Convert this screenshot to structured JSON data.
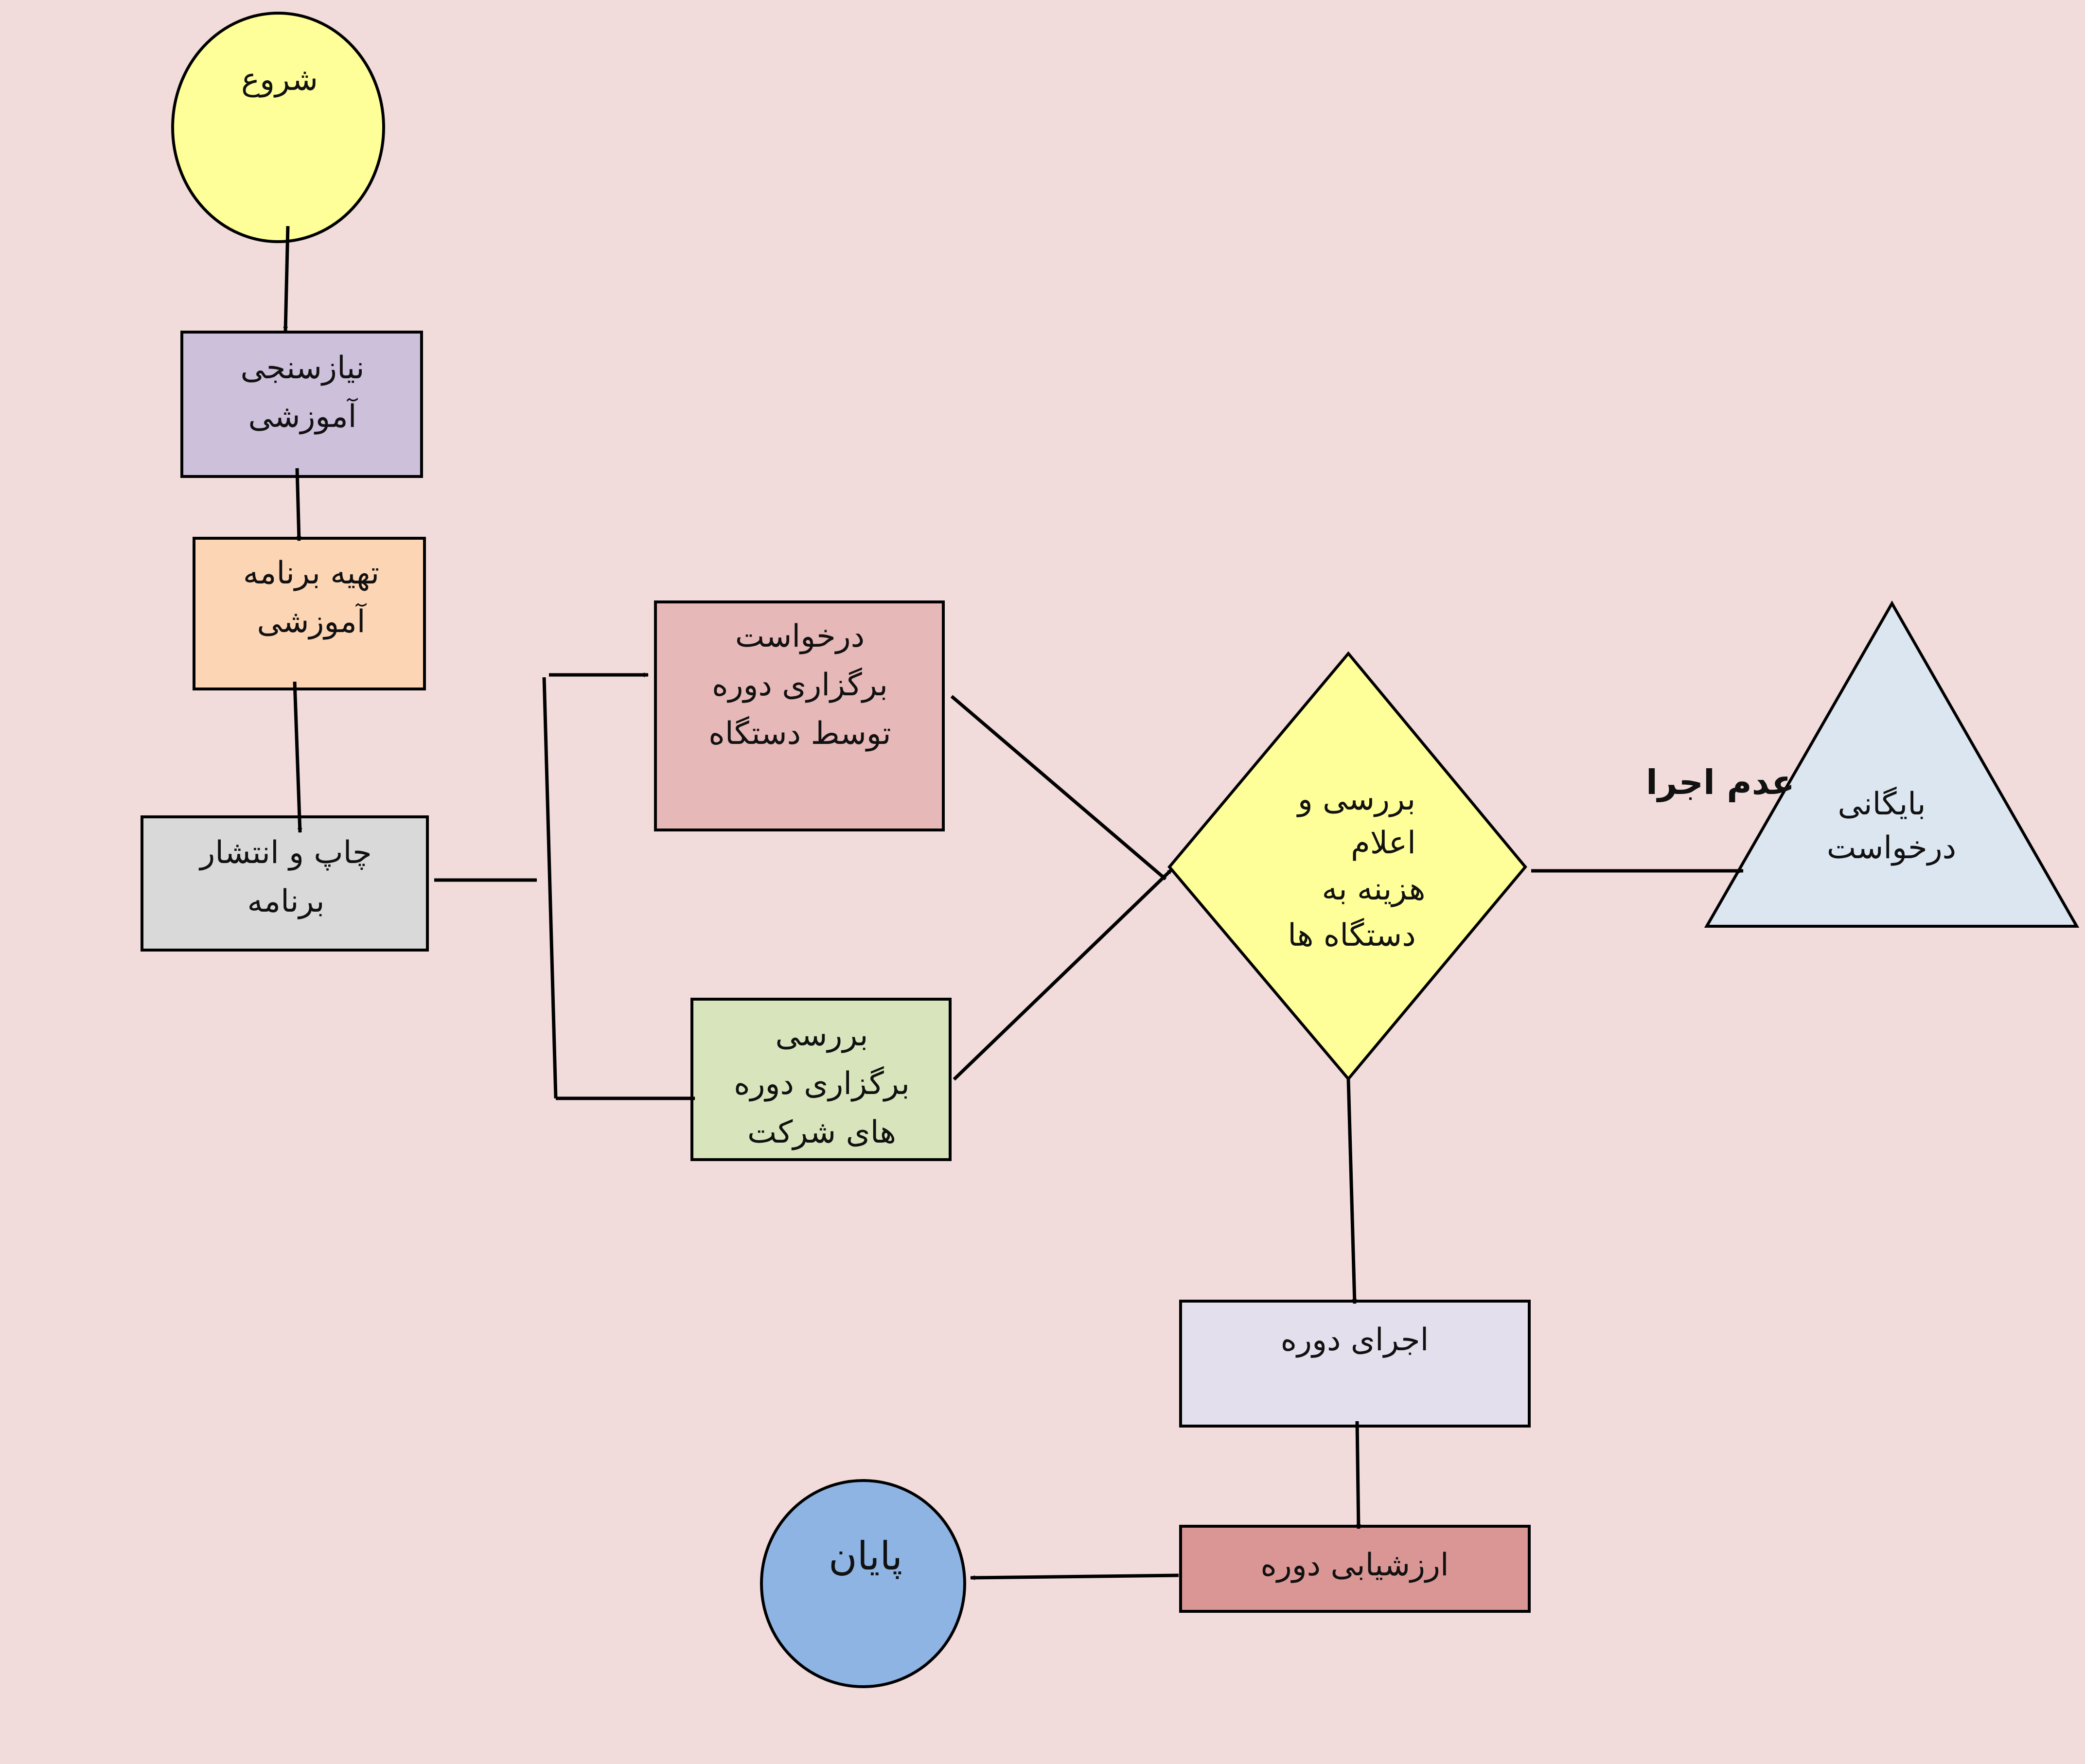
{
  "colors": {
    "background": "#f2dcdb",
    "start": "#ffff99",
    "needs": "#ccc0da",
    "prepare": "#fcd5b4",
    "print": "#d9d9d9",
    "request": "#e6b8b7",
    "review_courses": "#d8e4bc",
    "decision": "#ffff99",
    "archive": "#dce6f1",
    "execute": "#e4dfec",
    "evaluate": "#da9694",
    "end": "#8db4e2"
  },
  "nodes": {
    "start": {
      "label": "شروع"
    },
    "needs_assessment": {
      "lines": [
        "نیازسنجی",
        "آموزشی"
      ]
    },
    "prepare_program": {
      "lines": [
        "تهیه برنامه",
        "آموزشی"
      ]
    },
    "print_publish": {
      "lines": [
        "چاپ و انتشار",
        "برنامه"
      ]
    },
    "request_course": {
      "lines": [
        "درخواست",
        "برگزاری دوره",
        "توسط دستگاه"
      ]
    },
    "review_company_courses": {
      "lines": [
        "بررسی",
        "برگزاری دوره",
        "های شرکت"
      ]
    },
    "review_cost": {
      "lines": [
        "بررسی و",
        "اعلام",
        "هزینه به",
        "دستگاه ها"
      ]
    },
    "archive_request": {
      "lines": [
        "بایگانی",
        "درخواست"
      ]
    },
    "execute_course": {
      "label": "اجرای دوره"
    },
    "evaluate_course": {
      "label": "ارزشیابی دوره"
    },
    "end": {
      "label": "پایان"
    }
  },
  "edges": {
    "not_executed_label": "عدم اجرا"
  }
}
